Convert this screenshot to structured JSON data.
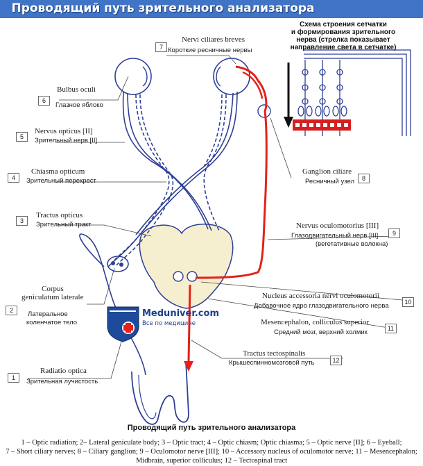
{
  "header": {
    "title": "Проводящий путь зрительного анализатора"
  },
  "schema_note": {
    "lines": [
      "Схема строения сетчатки",
      "и формирования зрительного",
      "нерва (стрелка показывает",
      "направление света в сетчатке)"
    ]
  },
  "labels": [
    {
      "id": "7",
      "latin": "Nervi ciliares breves",
      "russian": "Короткие ресничные нервы"
    },
    {
      "id": "6",
      "latin": "Bulbus oculi",
      "russian": "Глазное яблоко"
    },
    {
      "id": "5",
      "latin": "Nervus opticus [II]",
      "russian": "Зрительный нерв [II]"
    },
    {
      "id": "4",
      "latin": "Chiasma opticum",
      "russian": "Зрительный перекрест"
    },
    {
      "id": "8",
      "latin": "Ganglion ciliare",
      "russian": "Ресничный узел"
    },
    {
      "id": "3",
      "latin": "Tractus opticus",
      "russian": "Зрительный тракт"
    },
    {
      "id": "9",
      "latin": "Nervus oculomotorius [III]",
      "russian": "Глазодвигательный нерв [III]",
      "russian2": "(вегетативные волокна)"
    },
    {
      "id": "2",
      "latin": "Corpus",
      "latin2": "geniculatum laterale",
      "russian": "Латеральное",
      "russian2": "коленчатое тело"
    },
    {
      "id": "10",
      "latin": "Nucleus accessoria nervi oculomotorii",
      "russian": "Добавочное ядро глазодвигательного нерва"
    },
    {
      "id": "11",
      "latin": "Mesencephalon, colliculus superior",
      "russian": "Средний мозг, верхний холмик"
    },
    {
      "id": "12",
      "latin": "Tractus tectospinalis",
      "russian": "Крышеспинномозговой путь"
    },
    {
      "id": "1",
      "latin": "Radiatio optica",
      "russian": "Зрительная лучистость"
    }
  ],
  "watermark": {
    "name": "Meduniver.com",
    "subtitle": "Все по медицине"
  },
  "caption": "Проводящий путь зрительного анализатора",
  "legend": [
    "1 – Optic radiation; 2– Lateral geniculate body; 3 – Optic tract; 4 – Optic chiasm; Optic chiasma; 5 – Optic nerve [II]; 6 – Eyeball;",
    "7 – Short ciliary nerves; 8 – Ciliary ganglion; 9 – Oculomotor nerve [III]; 10 – Accessory nucleus of oculomotor nerve; 11 – Mesencephalon;",
    "Midbrain, superior colliculus; 12 – Tectospinal tract"
  ],
  "colors": {
    "banner": "#3f74c6",
    "nerve": "#2e3f96",
    "reflex": "#e32119",
    "midbrain": "#f6efcf",
    "retina_box": "#d61f1f"
  }
}
